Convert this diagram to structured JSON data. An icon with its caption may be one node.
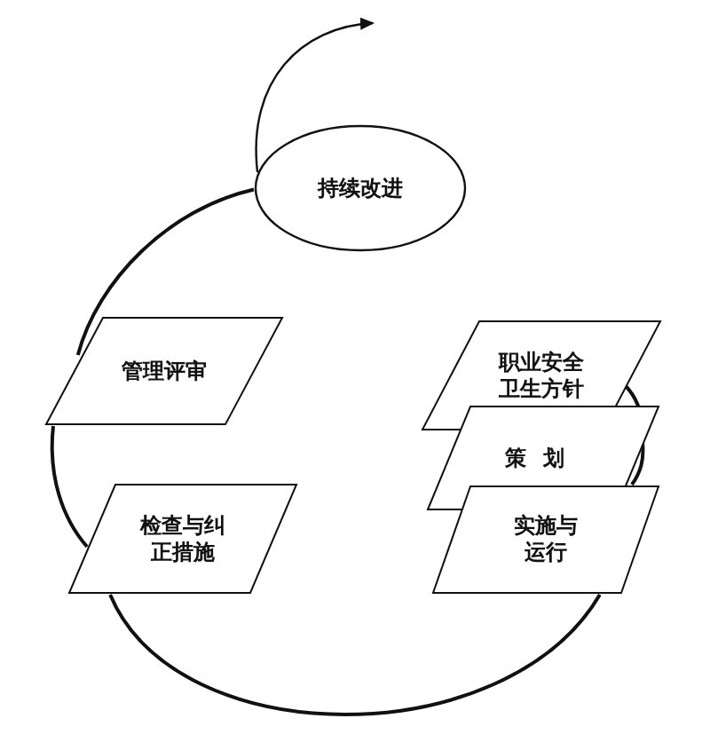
{
  "diagram": {
    "nodes": [
      {
        "text": [
          "持续改进"
        ]
      },
      {
        "text": [
          "管理评审"
        ]
      },
      {
        "text": [
          "职业安全卫生方针"
        ]
      },
      {
        "text": [
          "策划"
        ]
      },
      {
        "text": [
          "检查与纠正措施"
        ]
      },
      {
        "text": [
          "实施与运行"
        ]
      }
    ],
    "edges": [
      {
        "from": 0,
        "to": null,
        "arrow": "to"
      },
      {
        "from": 0,
        "to": 1,
        "arrow": "none"
      },
      {
        "from": 1,
        "to": 4,
        "arrow": "none"
      },
      {
        "from": 4,
        "to": 5,
        "arrow": "none"
      },
      {
        "from": 5,
        "to": 3,
        "arrow": "none"
      },
      {
        "from": 3,
        "to": 2,
        "arrow": "none"
      }
    ]
  }
}
